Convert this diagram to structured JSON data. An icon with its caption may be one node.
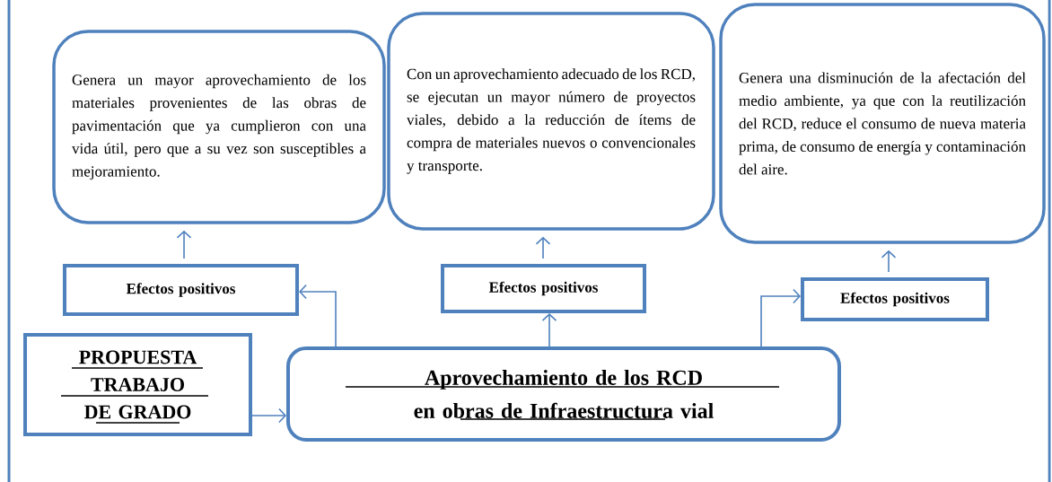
{
  "diagram": {
    "nodes": [
      {
        "text": [
          "Genera un mayor aprovechamiento de los materiales provenientes de las obras de pavimentación que ya cumplieron con una vida útil, pero que a su vez son susceptibles a mejoramiento."
        ]
      },
      {
        "text": [
          "Con un aprovechamiento adecuado de los RCD, se ejecutan un mayor número de proyectos viales, debido a la reducción de ítems de compra de materiales nuevos o convencionales y transporte."
        ]
      },
      {
        "text": [
          "Genera una disminución de la afectación del medio ambiente, ya que con la reutilización del RCD, reduce el consumo de nueva materia prima, de consumo de energía y contaminación del aire."
        ]
      },
      {
        "text": [
          "Efectos positivos"
        ]
      },
      {
        "text": [
          "Efectos positivos"
        ]
      },
      {
        "text": [
          "Efectos positivos"
        ]
      },
      {
        "text": [
          "PROPUESTA TRABAJO DE GRADO"
        ]
      },
      {
        "text": [
          "Aprovechamiento de los RCD en obras de Infraestructura vial"
        ]
      }
    ],
    "edges": [
      {
        "from": 6,
        "to": 7,
        "arrow": "to"
      },
      {
        "from": 7,
        "to": 3,
        "arrow": "to"
      },
      {
        "from": 7,
        "to": 4,
        "arrow": "to"
      },
      {
        "from": 7,
        "to": 5,
        "arrow": "to"
      },
      {
        "from": 3,
        "to": 0,
        "arrow": "to"
      },
      {
        "from": 4,
        "to": 1,
        "arrow": "to"
      },
      {
        "from": 5,
        "to": 2,
        "arrow": "to"
      }
    ]
  }
}
